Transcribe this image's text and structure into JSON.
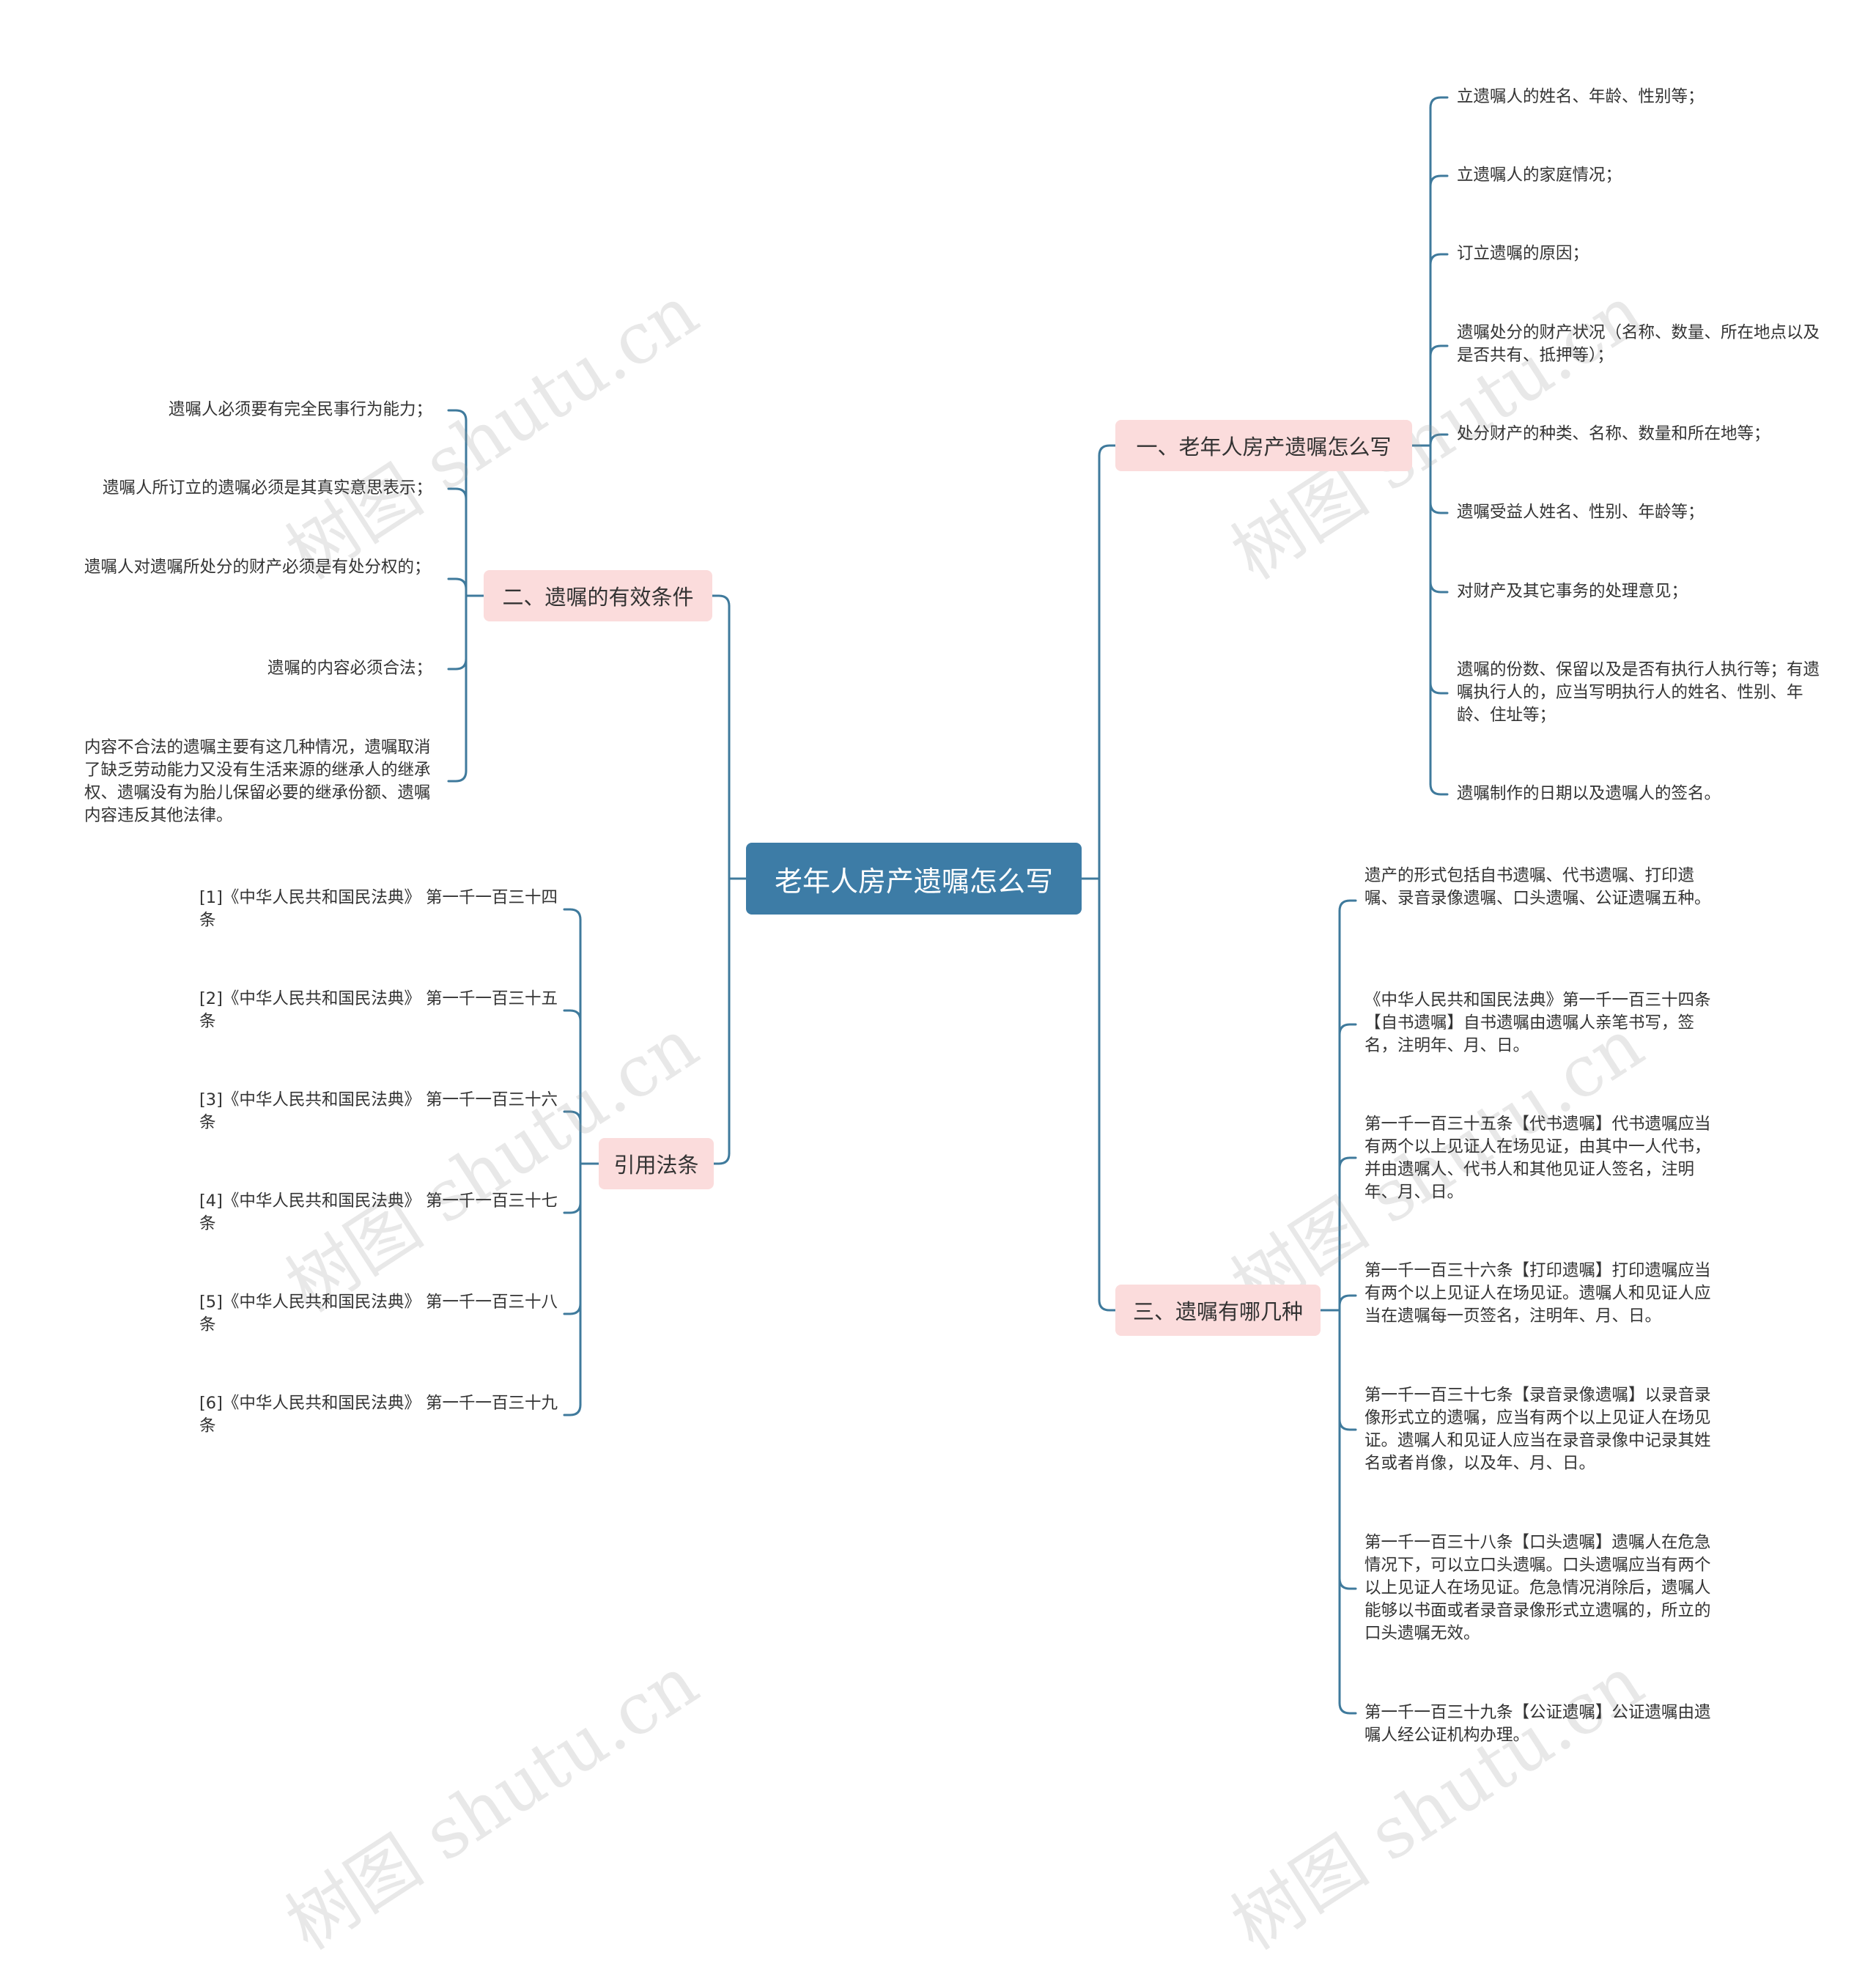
{
  "root": {
    "label": "老年人房产遗嘱怎么写"
  },
  "branch1": {
    "label": "一、老年人房产遗嘱怎么写",
    "items": [
      "立遗嘱人的姓名、年龄、性别等；",
      "立遗嘱人的家庭情况；",
      "订立遗嘱的原因；",
      "遗嘱处分的财产状况（名称、数量、所在地点以及是否共有、抵押等）；",
      "处分财产的种类、名称、数量和所在地等；",
      "遗嘱受益人姓名、性别、年龄等；",
      "对财产及其它事务的处理意见；",
      "遗嘱的份数、保留以及是否有执行人执行等；有遗嘱执行人的，应当写明执行人的姓名、性别、年龄、住址等；",
      "遗嘱制作的日期以及遗嘱人的签名。"
    ]
  },
  "branch2": {
    "label": "二、遗嘱的有效条件",
    "items": [
      "遗嘱人必须要有完全民事行为能力；",
      "遗嘱人所订立的遗嘱必须是其真实意思表示；",
      "遗嘱人对遗嘱所处分的财产必须是有处分权的；",
      "遗嘱的内容必须合法；",
      "内容不合法的遗嘱主要有这几种情况，遗嘱取消了缺乏劳动能力又没有生活来源的继承人的继承权、遗嘱没有为胎儿保留必要的继承份额、遗嘱内容违反其他法律。"
    ]
  },
  "branch3": {
    "label": "三、遗嘱有哪几种",
    "items": [
      "遗产的形式包括自书遗嘱、代书遗嘱、打印遗嘱、录音录像遗嘱、口头遗嘱、公证遗嘱五种。",
      "《中华人民共和国民法典》第一千一百三十四条【自书遗嘱】自书遗嘱由遗嘱人亲笔书写，签名，注明年、月、日。",
      "第一千一百三十五条【代书遗嘱】代书遗嘱应当有两个以上见证人在场见证，由其中一人代书，并由遗嘱人、代书人和其他见证人签名，注明年、月、日。",
      "第一千一百三十六条【打印遗嘱】打印遗嘱应当有两个以上见证人在场见证。遗嘱人和见证人应当在遗嘱每一页签名，注明年、月、日。",
      "第一千一百三十七条【录音录像遗嘱】以录音录像形式立的遗嘱，应当有两个以上见证人在场见证。遗嘱人和见证人应当在录音录像中记录其姓名或者肖像，以及年、月、日。",
      "第一千一百三十八条【口头遗嘱】遗嘱人在危急情况下，可以立口头遗嘱。口头遗嘱应当有两个以上见证人在场见证。危急情况消除后，遗嘱人能够以书面或者录音录像形式立遗嘱的，所立的口头遗嘱无效。",
      "第一千一百三十九条【公证遗嘱】公证遗嘱由遗嘱人经公证机构办理。"
    ]
  },
  "branch4": {
    "label": "引用法条",
    "items": [
      "[1]《中华人民共和国民法典》 第一千一百三十四条",
      "[2]《中华人民共和国民法典》 第一千一百三十五条",
      "[3]《中华人民共和国民法典》 第一千一百三十六条",
      "[4]《中华人民共和国民法典》 第一千一百三十七条",
      "[5]《中华人民共和国民法典》 第一千一百三十八条",
      "[6]《中华人民共和国民法典》 第一千一百三十九条"
    ]
  },
  "watermark": "树图 shutu.cn",
  "colors": {
    "root": "#3d7ca6",
    "branch": "#fbdcdc",
    "line": "#3f7a9c",
    "text": "#333333"
  }
}
